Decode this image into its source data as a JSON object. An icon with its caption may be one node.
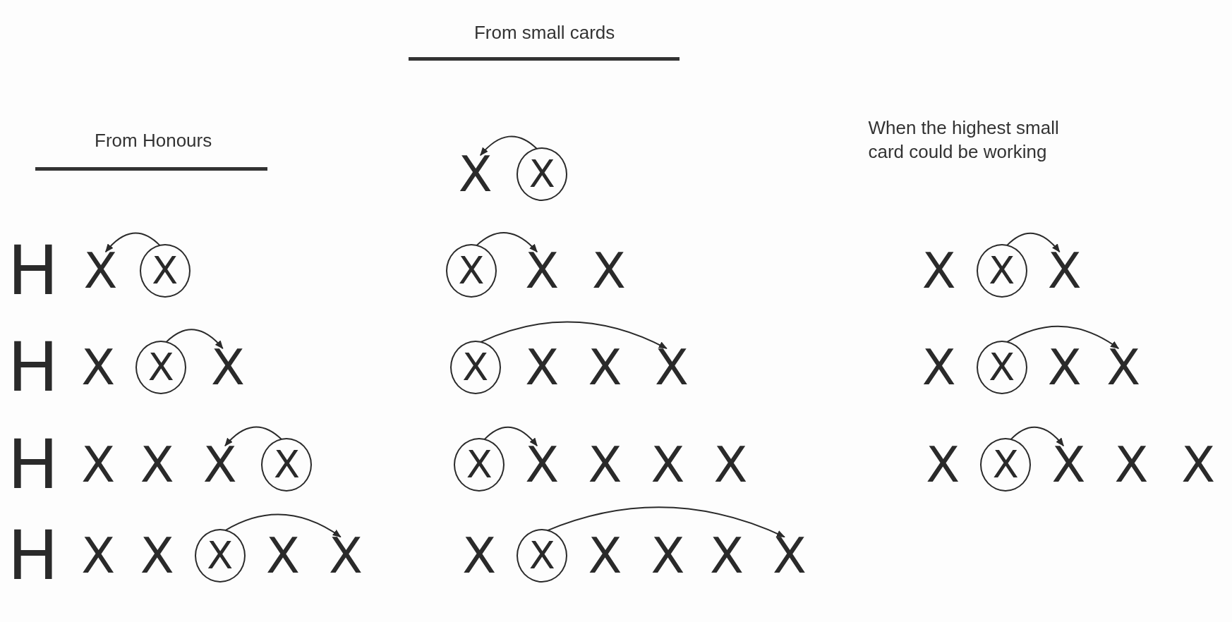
{
  "diagram": {
    "nodes": [
      {
        "text": [
          "X"
        ]
      },
      {
        "text": [
          "X"
        ]
      },
      {
        "text": [
          "H"
        ]
      },
      {
        "text": [
          "X"
        ]
      },
      {
        "text": [
          "X"
        ]
      },
      {
        "text": [
          "X"
        ]
      },
      {
        "text": [
          "X"
        ]
      },
      {
        "text": [
          "X"
        ]
      },
      {
        "text": [
          "X"
        ]
      },
      {
        "text": [
          "X"
        ]
      },
      {
        "text": [
          "X"
        ]
      },
      {
        "text": [
          "H"
        ]
      },
      {
        "text": [
          "X"
        ]
      },
      {
        "text": [
          "X"
        ]
      },
      {
        "text": [
          "X"
        ]
      },
      {
        "text": [
          "X"
        ]
      },
      {
        "text": [
          "X"
        ]
      },
      {
        "text": [
          "X"
        ]
      },
      {
        "text": [
          "X"
        ]
      },
      {
        "text": [
          "X"
        ]
      },
      {
        "text": [
          "X"
        ]
      },
      {
        "text": [
          "X"
        ]
      },
      {
        "text": [
          "X"
        ]
      },
      {
        "text": [
          "H"
        ]
      },
      {
        "text": [
          "X"
        ]
      },
      {
        "text": [
          "X"
        ]
      },
      {
        "text": [
          "X"
        ]
      },
      {
        "text": [
          "X"
        ]
      },
      {
        "text": [
          "X"
        ]
      },
      {
        "text": [
          "X"
        ]
      },
      {
        "text": [
          "X"
        ]
      },
      {
        "text": [
          "X"
        ]
      },
      {
        "text": [
          "X"
        ]
      },
      {
        "text": [
          "X"
        ]
      },
      {
        "text": [
          "X"
        ]
      },
      {
        "text": [
          "X"
        ]
      },
      {
        "text": [
          "X"
        ]
      },
      {
        "text": [
          "X"
        ]
      },
      {
        "text": [
          "H"
        ]
      },
      {
        "text": [
          "X"
        ]
      },
      {
        "text": [
          "X"
        ]
      },
      {
        "text": [
          "X"
        ]
      },
      {
        "text": [
          "X"
        ]
      },
      {
        "text": [
          "X"
        ]
      },
      {
        "text": [
          "X"
        ]
      },
      {
        "text": [
          "X"
        ]
      },
      {
        "text": [
          "X"
        ]
      },
      {
        "text": [
          "X"
        ]
      },
      {
        "text": [
          "X"
        ]
      },
      {
        "text": [
          "X"
        ]
      }
    ],
    "edges": [
      {
        "from": 1,
        "to": 0,
        "arrow": "to"
      },
      {
        "from": 4,
        "to": 3,
        "arrow": "to"
      },
      {
        "from": 5,
        "to": 6,
        "arrow": "to"
      },
      {
        "from": 9,
        "to": 10,
        "arrow": "to"
      },
      {
        "from": 13,
        "to": 14,
        "arrow": "to"
      },
      {
        "from": 15,
        "to": 18,
        "arrow": "to"
      },
      {
        "from": 20,
        "to": 22,
        "arrow": "to"
      },
      {
        "from": 27,
        "to": 26,
        "arrow": "to"
      },
      {
        "from": 28,
        "to": 29,
        "arrow": "to"
      },
      {
        "from": 34,
        "to": 35,
        "arrow": "to"
      },
      {
        "from": 41,
        "to": 43,
        "arrow": "to"
      },
      {
        "from": 45,
        "to": 49,
        "arrow": "to"
      }
    ],
    "labels": [
      "From small cards",
      "When the highest small card could be working",
      "From Honours"
    ]
  }
}
